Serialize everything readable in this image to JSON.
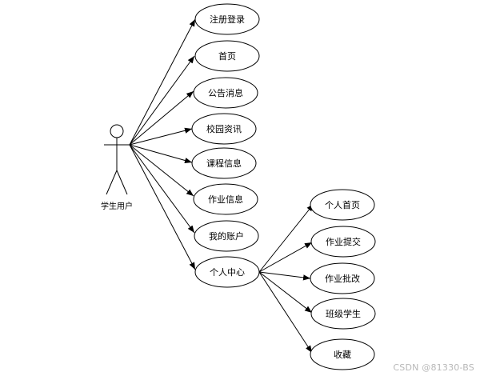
{
  "diagram": {
    "actor": {
      "label": "学生用户"
    },
    "use_cases": [
      {
        "id": "register-login",
        "label": "注册登录"
      },
      {
        "id": "home",
        "label": "首页"
      },
      {
        "id": "announcements",
        "label": "公告消息"
      },
      {
        "id": "campus-news",
        "label": "校园资讯"
      },
      {
        "id": "course-info",
        "label": "课程信息"
      },
      {
        "id": "homework-info",
        "label": "作业信息"
      },
      {
        "id": "my-account",
        "label": "我的账户"
      },
      {
        "id": "personal-center",
        "label": "个人中心"
      }
    ],
    "sub_cases": [
      {
        "id": "personal-home",
        "label": "个人首页"
      },
      {
        "id": "homework-submit",
        "label": "作业提交"
      },
      {
        "id": "homework-grading",
        "label": "作业批改"
      },
      {
        "id": "class-students",
        "label": "班级学生"
      },
      {
        "id": "favorites",
        "label": "收藏"
      }
    ]
  },
  "watermark": "CSDN @81330-BS"
}
